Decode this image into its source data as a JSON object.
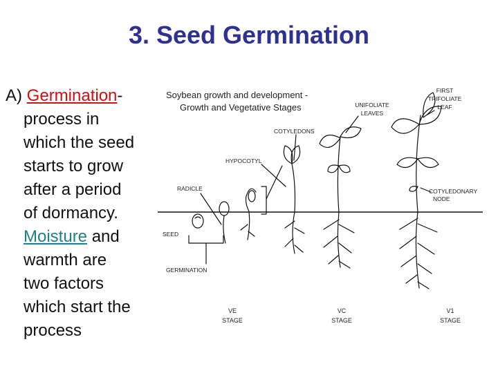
{
  "slide": {
    "title": "3.  Seed Germination",
    "body": {
      "prefix": "A) ",
      "term": "Germination",
      "term_suffix": "-",
      "lines": [
        "process in",
        "which the seed",
        "starts to grow",
        "after a period",
        "of dormancy."
      ],
      "link_text": "Moisture",
      "after_link": " and",
      "tail_lines": [
        "warmth are",
        "two factors",
        "which start the",
        "process"
      ]
    }
  },
  "diagram": {
    "title_line1": "Soybean growth and development -",
    "title_line2": "Growth and Vegetative Stages",
    "labels": {
      "first_trifoliate_leaf": [
        "FIRST",
        "TRIFOLIATE",
        "LEAF"
      ],
      "unifoliate_leaves": [
        "UNIFOLIATE",
        "LEAVES"
      ],
      "cotyledons": "COTYLEDONS",
      "hypocotyl": "HYPOCOTYL",
      "radicle": "RADICLE",
      "cotyledonary_node": [
        "COTYLEDONARY",
        "NODE"
      ],
      "seed": "SEED",
      "germination": "GERMINATION"
    },
    "stages": [
      {
        "line1": "VE",
        "line2": "STAGE"
      },
      {
        "line1": "VC",
        "line2": "STAGE"
      },
      {
        "line1": "V1",
        "line2": "STAGE"
      }
    ]
  },
  "colors": {
    "title": "#2E3192",
    "term": "#CC1111",
    "link": "#1F7F8A",
    "text": "#111111"
  }
}
